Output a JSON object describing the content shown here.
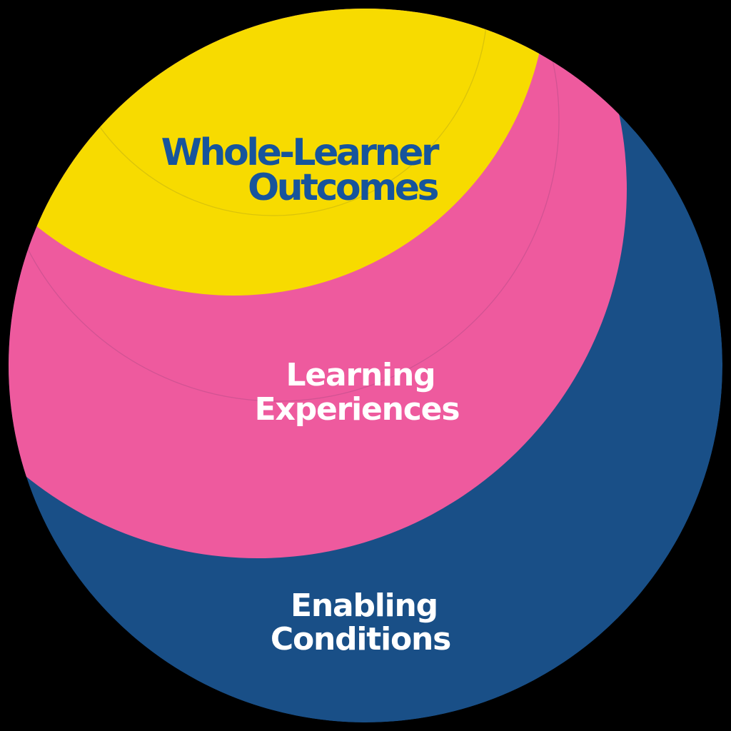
{
  "background_color": "#000000",
  "diagram": {
    "type": "nested-circles",
    "rings": {
      "outer": {
        "name": "Enabling Conditions",
        "line1": "Enabling",
        "line2": "Conditions",
        "fill": "#194F87",
        "label_color": "#FFFFFF"
      },
      "middle": {
        "name": "Learning Experiences",
        "line1": "Learning",
        "line2": "Experiences",
        "fill": "#EE5A9E",
        "label_color": "#FFFFFF"
      },
      "inner": {
        "name": "Whole-Learner Outcomes",
        "line1": "Whole-Learner",
        "line2": "Outcomes",
        "fill": "#F7DB00",
        "label_color": "#16549C"
      }
    }
  }
}
